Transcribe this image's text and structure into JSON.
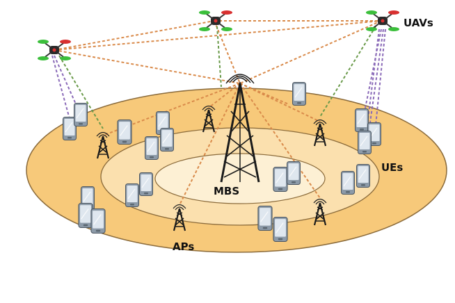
{
  "labels": {
    "uavs": "UAVs",
    "ues": "UEs",
    "mbs": "MBS",
    "aps": "APs"
  },
  "colors": {
    "outer_ring": "#f7c97a",
    "middle_ring": "#fbe0ae",
    "inner_ring": "#fdf0d4",
    "ring_stroke": "#8a6a3a",
    "link_orange": "#d98a4a",
    "link_green": "#6a9a4a",
    "link_purple": "#8a6ab8",
    "tower": "#1a1a1a",
    "device_body": "#8c9aa8",
    "device_screen": "#dfe7ef",
    "rotor_green": "#3bbf3b",
    "rotor_red": "#d83030"
  },
  "icons": {
    "uav": "drone-icon",
    "tower": "tower-icon",
    "device": "smartphone-icon"
  }
}
